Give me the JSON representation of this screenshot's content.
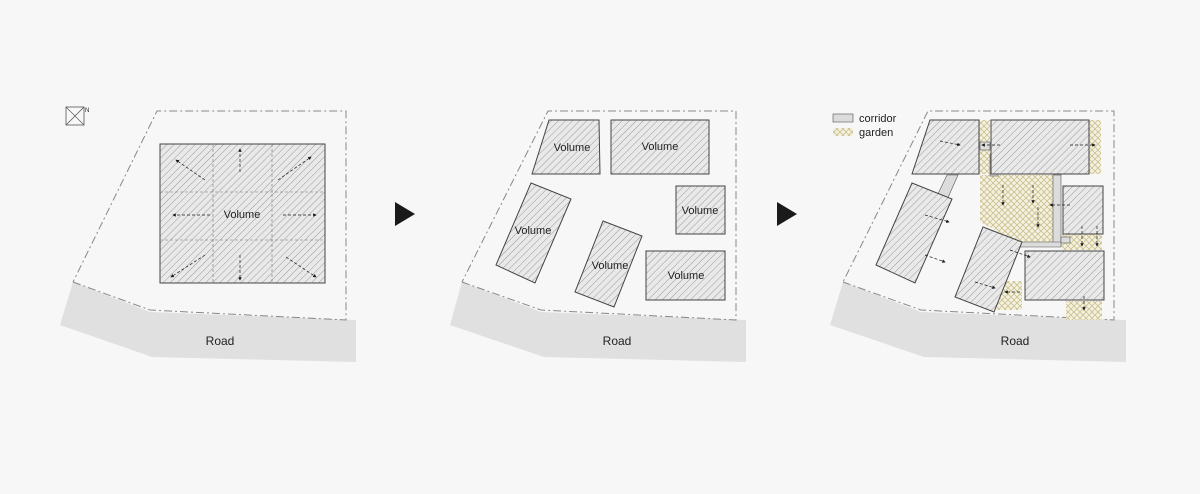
{
  "compass": {
    "label": "N"
  },
  "panels": [
    {
      "road_label": "Road",
      "volumes": [
        {
          "label": "Volume"
        }
      ]
    },
    {
      "road_label": "Road",
      "volumes": [
        {
          "label": "Volume"
        },
        {
          "label": "Volume"
        },
        {
          "label": "Volume"
        },
        {
          "label": "Volume"
        },
        {
          "label": "Volume"
        },
        {
          "label": "Volume"
        }
      ]
    },
    {
      "road_label": "Road",
      "legend": [
        {
          "label": "corridor"
        },
        {
          "label": "garden"
        }
      ]
    }
  ],
  "colors": {
    "background": "#f7f7f7",
    "road": "#e0e0e0",
    "volume_fill": "#e9e9e9",
    "hatch": "#9a9a9a",
    "outline": "#444444",
    "corridor": "#dcdcdc",
    "garden": "#c9c08a",
    "arrow": "#1a1a1a"
  }
}
